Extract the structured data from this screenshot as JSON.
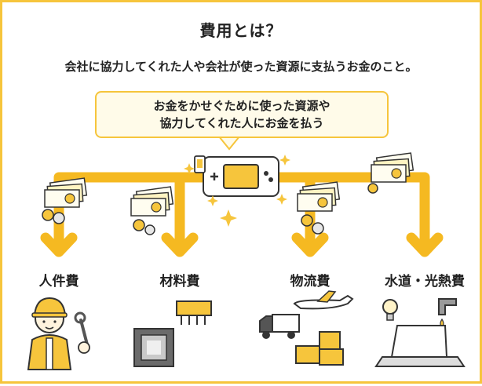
{
  "title": "費用とは？",
  "subtitle": "会社に協力してくれた人や会社が使った資源に支払うお金のこと。",
  "bubble": {
    "line1": "お金をかせぐために使った資源や",
    "line2": "協力してくれた人にお金を払う"
  },
  "categories": [
    {
      "label": "人件費",
      "icon": "worker-icon"
    },
    {
      "label": "材料費",
      "icon": "cpu-chip-icon"
    },
    {
      "label": "物流費",
      "icon": "truck-airplane-boxes-icon"
    },
    {
      "label": "水道・光熱費",
      "icon": "bulb-faucet-laptop-icon"
    }
  ],
  "colors": {
    "accent": "#f6c53c",
    "arrow": "#f5b921",
    "bubble_bg": "#fffbe9"
  }
}
